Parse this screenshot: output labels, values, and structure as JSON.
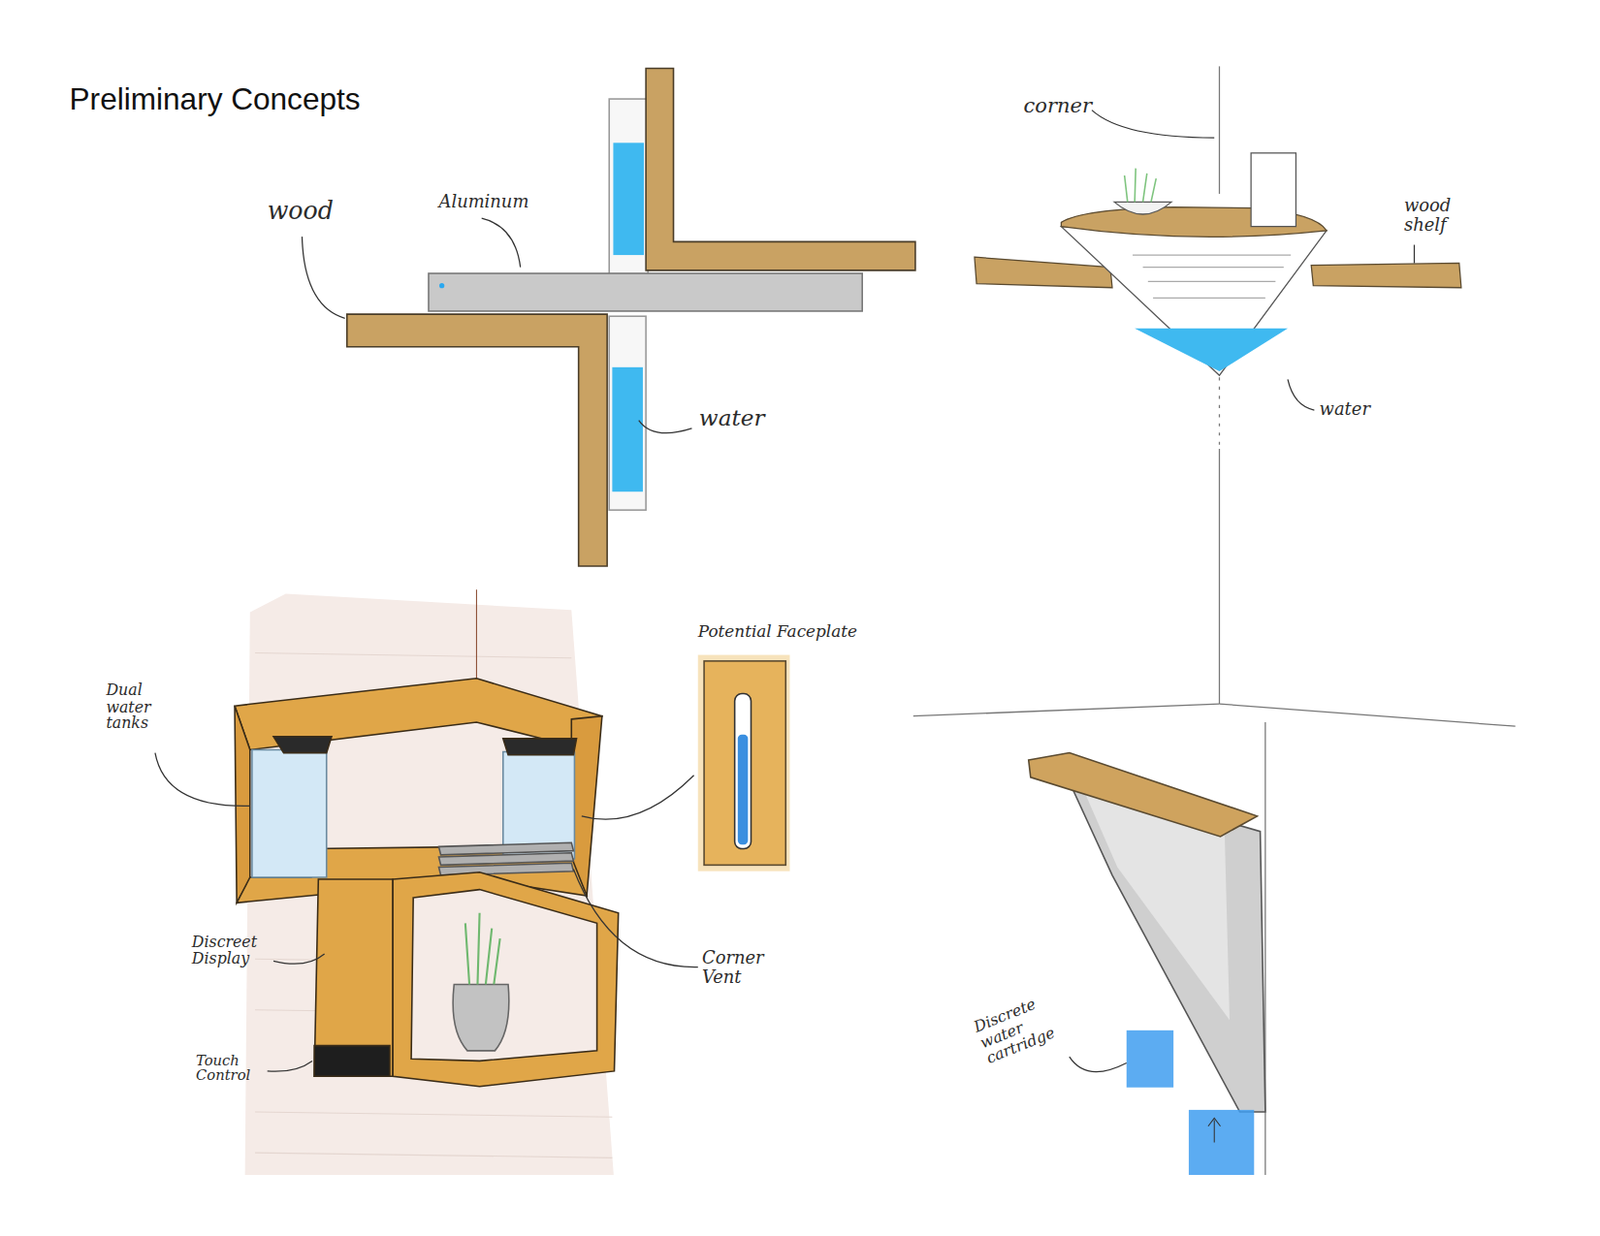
{
  "diagram": {
    "title": "Preliminary Concepts",
    "labels": [
      "wood",
      "Aluminum",
      "water",
      "corner",
      "wood shelf",
      "water",
      "Dual water tanks",
      "Potential Faceplate",
      "Discreet Display",
      "Touch Control",
      "Corner Vent",
      "Discrete water cartridge"
    ]
  }
}
